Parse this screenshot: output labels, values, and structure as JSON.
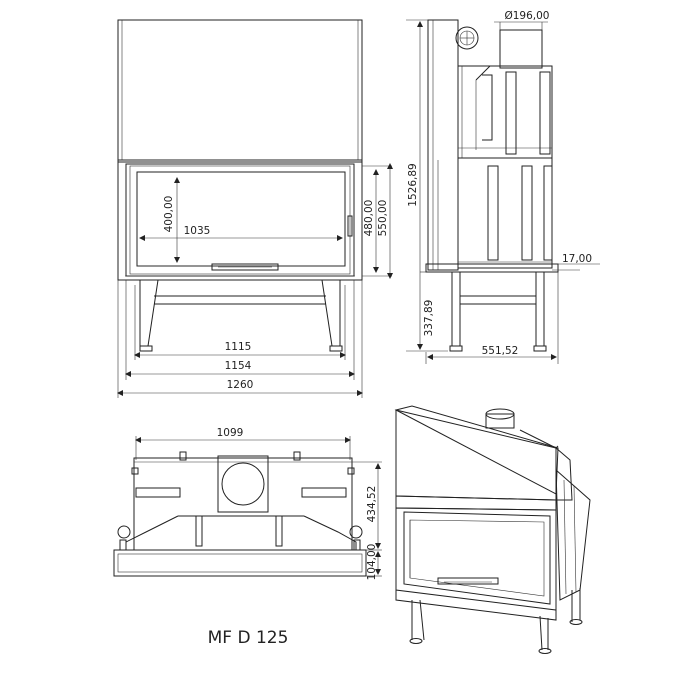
{
  "title": "MF D 125",
  "front_view": {
    "overall_width": "1260",
    "width_1154": "1154",
    "width_1115": "1115",
    "glass_width": "1035",
    "glass_height": "400,00",
    "opening_480": "480,00",
    "opening_550": "550,00"
  },
  "side_view": {
    "flue_diameter": "Ø196,00",
    "total_height": "1526,89",
    "leg_height": "337,89",
    "depth": "551,52",
    "offset": "17,00"
  },
  "top_view": {
    "width": "1099",
    "depth": "434,52",
    "front_depth": "104,00"
  }
}
